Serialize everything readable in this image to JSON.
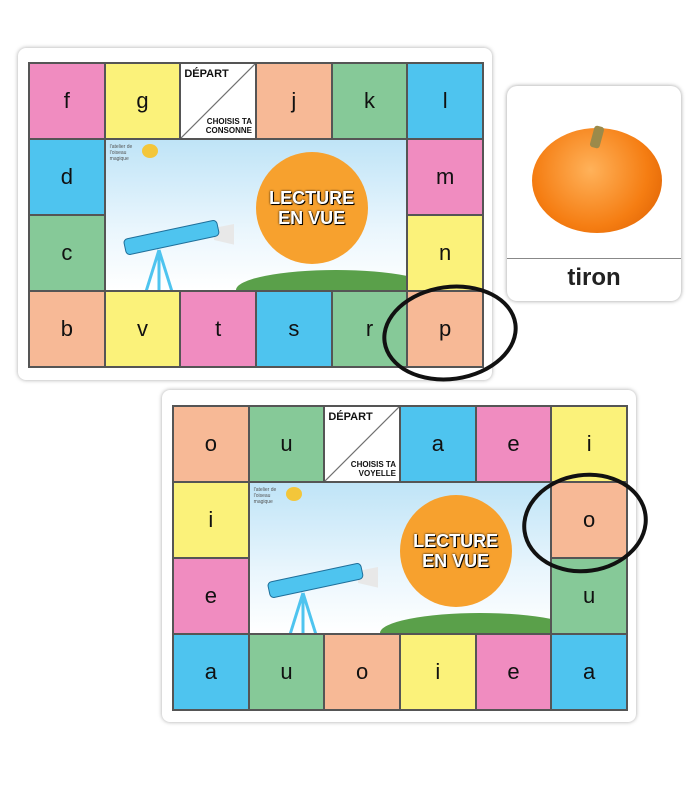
{
  "colors": {
    "pink": "#f08cc0",
    "yellow": "#fbf27a",
    "peach": "#f7b996",
    "green": "#86c998",
    "blue": "#4ec4ef"
  },
  "boards": [
    {
      "depart": "DÉPART",
      "instruction": "CHOISIS TA CONSONNE",
      "title_line1": "LECTURE",
      "title_line2": "EN VUE",
      "brand": "l'atelier de l'oiseau magique",
      "top": [
        [
          "f",
          "pink"
        ],
        [
          "g",
          "yellow"
        ],
        null,
        [
          "j",
          "peach"
        ],
        [
          "k",
          "green"
        ],
        [
          "l",
          "blue"
        ]
      ],
      "left": [
        [
          "d",
          "blue"
        ],
        [
          "c",
          "green"
        ]
      ],
      "right": [
        [
          "m",
          "pink"
        ],
        [
          "n",
          "yellow"
        ]
      ],
      "bottom": [
        [
          "b",
          "peach"
        ],
        [
          "v",
          "yellow"
        ],
        [
          "t",
          "pink"
        ],
        [
          "s",
          "blue"
        ],
        [
          "r",
          "green"
        ],
        [
          "p",
          "peach"
        ]
      ],
      "circled": "p"
    },
    {
      "depart": "DÉPART",
      "instruction": "CHOISIS TA VOYELLE",
      "title_line1": "LECTURE",
      "title_line2": "EN VUE",
      "brand": "l'atelier de l'oiseau magique",
      "top": [
        [
          "o",
          "peach"
        ],
        [
          "u",
          "green"
        ],
        null,
        [
          "a",
          "blue"
        ],
        [
          "e",
          "pink"
        ],
        [
          "i",
          "yellow"
        ]
      ],
      "left": [
        [
          "i",
          "yellow"
        ],
        [
          "e",
          "pink"
        ]
      ],
      "right": [
        [
          "o",
          "peach"
        ],
        [
          "u",
          "green"
        ]
      ],
      "bottom": [
        [
          "a",
          "blue"
        ],
        [
          "u",
          "green"
        ],
        [
          "o",
          "peach"
        ],
        [
          "i",
          "yellow"
        ],
        [
          "e",
          "pink"
        ],
        [
          "a",
          "blue"
        ]
      ],
      "circled": "o"
    }
  ],
  "card": {
    "word": "tiron",
    "image": "pumpkin"
  }
}
